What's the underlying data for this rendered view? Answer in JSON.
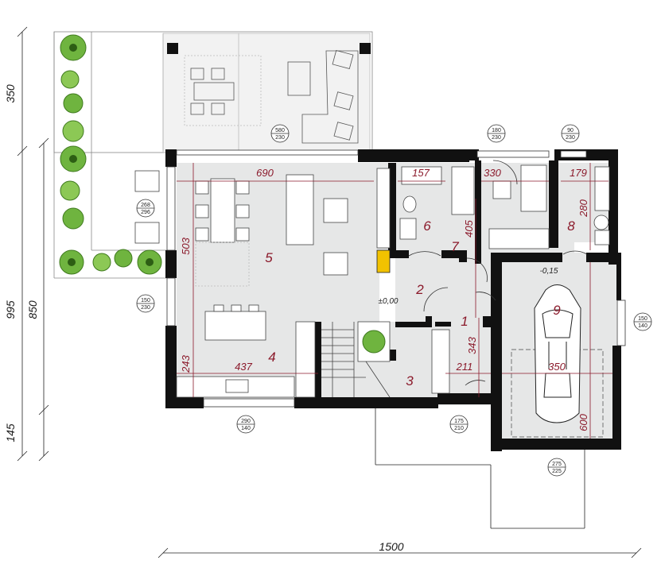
{
  "plan": {
    "total_width_label": "1500",
    "left_dims": [
      "350",
      "995",
      "850",
      "145"
    ],
    "level_main": "±0,00",
    "level_garage": "-0,15",
    "rooms": [
      "1",
      "2",
      "3",
      "4",
      "5",
      "6",
      "7",
      "8",
      "9"
    ],
    "inner_dims": {
      "living_width": "690",
      "bath_width": "157",
      "hall_width": "330",
      "boiler_width": "179",
      "living_depth": "503",
      "kitchen_depth": "243",
      "kitchen_width": "437",
      "hall_depth": "405",
      "boiler_depth": "280",
      "entry_depth": "343",
      "entry_width": "211",
      "garage_width": "350",
      "garage_depth": "600"
    },
    "openings": [
      {
        "top": "580",
        "bottom": "230"
      },
      {
        "top": "180",
        "bottom": "230"
      },
      {
        "top": "90",
        "bottom": "230"
      },
      {
        "top": "268",
        "bottom": "296"
      },
      {
        "top": "150",
        "bottom": "230"
      },
      {
        "top": "150",
        "bottom": "140"
      },
      {
        "top": "290",
        "bottom": "140"
      },
      {
        "top": "175",
        "bottom": "210"
      },
      {
        "top": "275",
        "bottom": "225"
      }
    ],
    "colors": {
      "wall": "#111111",
      "floor": "#e6e7e7",
      "dim_red": "#8b1a2b",
      "plant": "#6fb43f"
    }
  }
}
